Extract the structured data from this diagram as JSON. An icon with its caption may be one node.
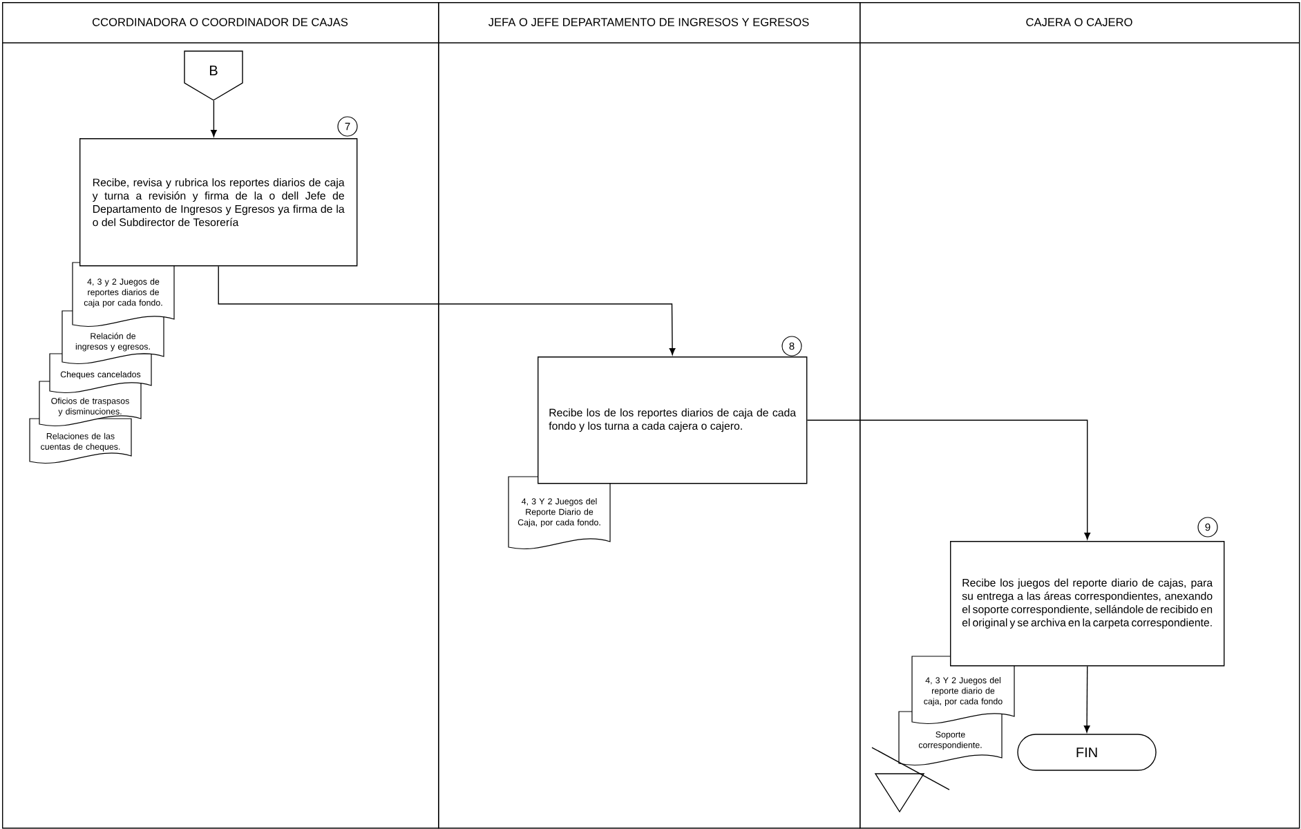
{
  "diagram": {
    "nodes": [
      {
        "text": [
          "CCORDINADORA O COORDINADOR DE CAJAS"
        ]
      },
      {
        "text": [
          "JEFA O JEFE DEPARTAMENTO DE INGRESOS Y EGRESOS"
        ]
      },
      {
        "text": [
          "CAJERA O CAJERO"
        ]
      },
      {
        "text": [
          "B"
        ],
        "in": 0
      },
      {
        "text": [
          "Recibe, revisa y rubrica los reportes diarios de caja y turna a revisión y firma de la o dell Jefe de Departamento de Ingresos y Egresos ya firma de la o del Subdirector de Tesorería"
        ],
        "beside": [
          "7"
        ],
        "in": 0
      },
      {
        "text": [
          "4, 3 y 2 Juegos de reportes diarios de caja por cada fondo."
        ],
        "in": 0
      },
      {
        "text": [
          "Relación de ingresos y egresos."
        ],
        "in": 0
      },
      {
        "text": [
          "Cheques cancelados"
        ],
        "in": 0
      },
      {
        "text": [
          "Oficios de traspasos y disminuciones."
        ],
        "in": 0
      },
      {
        "text": [
          "Relaciones de las cuentas de cheques."
        ],
        "in": 0
      },
      {
        "text": [
          "Recibe los de los reportes diarios de caja de cada fondo y los turna a cada cajera o cajero."
        ],
        "beside": [
          "8"
        ],
        "in": 1
      },
      {
        "text": [
          "4, 3 Y 2 Juegos del Reporte Diario de Caja, por cada fondo."
        ],
        "in": 1
      },
      {
        "text": [
          "Recibe los juegos del reporte diario de cajas, para su entrega a las áreas correspondientes, anexando el soporte correspondiente, sellándole de recibido en el original y se archiva en la carpeta correspondiente."
        ],
        "beside": [
          "9"
        ],
        "in": 2
      },
      {
        "text": [
          "4, 3 Y 2 Juegos del reporte diario de caja, por cada fondo"
        ],
        "in": 2
      },
      {
        "text": [
          "Soporte correspondiente."
        ],
        "in": 2
      },
      {
        "text": [
          "FIN"
        ],
        "in": 2
      },
      {
        "text": [],
        "shape": "triangle",
        "in": 2
      }
    ],
    "edges": [
      {
        "from": 3,
        "to": 4,
        "arrow": "to"
      },
      {
        "from": 4,
        "to": 10,
        "arrow": "to"
      },
      {
        "from": 10,
        "to": 12,
        "arrow": "to"
      },
      {
        "from": 12,
        "to": 15,
        "arrow": "to"
      }
    ]
  }
}
